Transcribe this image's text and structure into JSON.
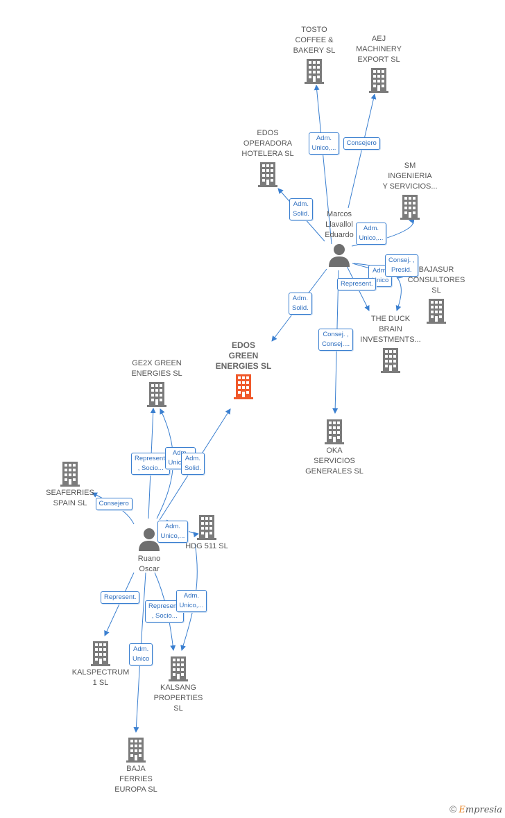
{
  "colors": {
    "edge": "#3a7fd0",
    "company": "#7b7b7b",
    "focus": "#f0592b",
    "person": "#6f6f6f"
  },
  "nodes": [
    {
      "id": "tosto",
      "type": "company",
      "label": "TOSTO\nCOFFEE &\nBAKERY  SL"
    },
    {
      "id": "aej",
      "type": "company",
      "label": "AEJ\nMACHINERY\nEXPORT  SL"
    },
    {
      "id": "edos_op",
      "type": "company",
      "label": "EDOS\nOPERADORA\nHOTELERA  SL"
    },
    {
      "id": "sm",
      "type": "company",
      "label": "SM\nINGENIERIA\nY SERVICIOS..."
    },
    {
      "id": "marcos",
      "type": "person",
      "label": "Marcos\nLlavallol\nEduardo"
    },
    {
      "id": "bajasur",
      "type": "company",
      "label": "BAJASUR\nCONSULTORES\nSL"
    },
    {
      "id": "duck",
      "type": "company",
      "label": "THE DUCK\nBRAIN\nINVESTMENTS..."
    },
    {
      "id": "edos_green",
      "type": "focus",
      "label": "EDOS\nGREEN\nENERGIES  SL"
    },
    {
      "id": "ge2x",
      "type": "company",
      "label": "GE2X GREEN\nENERGIES  SL"
    },
    {
      "id": "oka",
      "type": "company",
      "label": "OKA\nSERVICIOS\nGENERALES SL"
    },
    {
      "id": "seaferries",
      "type": "company",
      "label": "SEAFERRIES\nSPAIN  SL"
    },
    {
      "id": "hdg",
      "type": "company",
      "label": "HDG 511  SL"
    },
    {
      "id": "ruano",
      "type": "person",
      "label": "Ruano\nOscar"
    },
    {
      "id": "kalspectrum",
      "type": "company",
      "label": "KALSPECTRUM\n1  SL"
    },
    {
      "id": "kalsang",
      "type": "company",
      "label": "KALSANG\nPROPERTIES\nSL"
    },
    {
      "id": "baja",
      "type": "company",
      "label": "BAJA\nFERRIES\nEUROPA  SL"
    }
  ],
  "edges": [
    {
      "from": "marcos",
      "to": "tosto",
      "label": "Adm.\nUnico,..."
    },
    {
      "from": "marcos",
      "to": "aej",
      "label": "Consejero"
    },
    {
      "from": "marcos",
      "to": "edos_op",
      "label": "Adm.\nSolid."
    },
    {
      "from": "marcos",
      "to": "sm",
      "label": "Adm.\nUnico,..."
    },
    {
      "from": "marcos",
      "to": "bajasur",
      "label": "Adm.\nUnico"
    },
    {
      "from": "marcos",
      "to": "bajasur",
      "label": "Consej. ,\nPresid."
    },
    {
      "from": "marcos",
      "to": "duck",
      "label": "Represent."
    },
    {
      "from": "marcos",
      "to": "edos_green",
      "label": "Adm.\nSolid."
    },
    {
      "from": "marcos",
      "to": "oka",
      "label": "Consej. ,\nConsej...."
    },
    {
      "from": "ruano",
      "to": "ge2x",
      "label": "Represent.\n, Socio..."
    },
    {
      "from": "ruano",
      "to": "ge2x",
      "label": "Adm.\nUnico,..."
    },
    {
      "from": "ruano",
      "to": "edos_green",
      "label": "Adm.\nSolid."
    },
    {
      "from": "ruano",
      "to": "seaferries",
      "label": "Consejero"
    },
    {
      "from": "ruano",
      "to": "hdg",
      "label": "Adm.\nUnico,..."
    },
    {
      "from": "ruano",
      "to": "kalspectrum",
      "label": "Represent."
    },
    {
      "from": "ruano",
      "to": "kalsang",
      "label": "Represent.\n, Socio..."
    },
    {
      "from": "ruano",
      "to": "kalsang",
      "label": "Adm.\nUnico,..."
    },
    {
      "from": "ruano",
      "to": "baja",
      "label": "Adm.\nUnico"
    }
  ],
  "footer": {
    "copyright": "©",
    "brand_e": "E",
    "brand_rest": "mpresia"
  }
}
